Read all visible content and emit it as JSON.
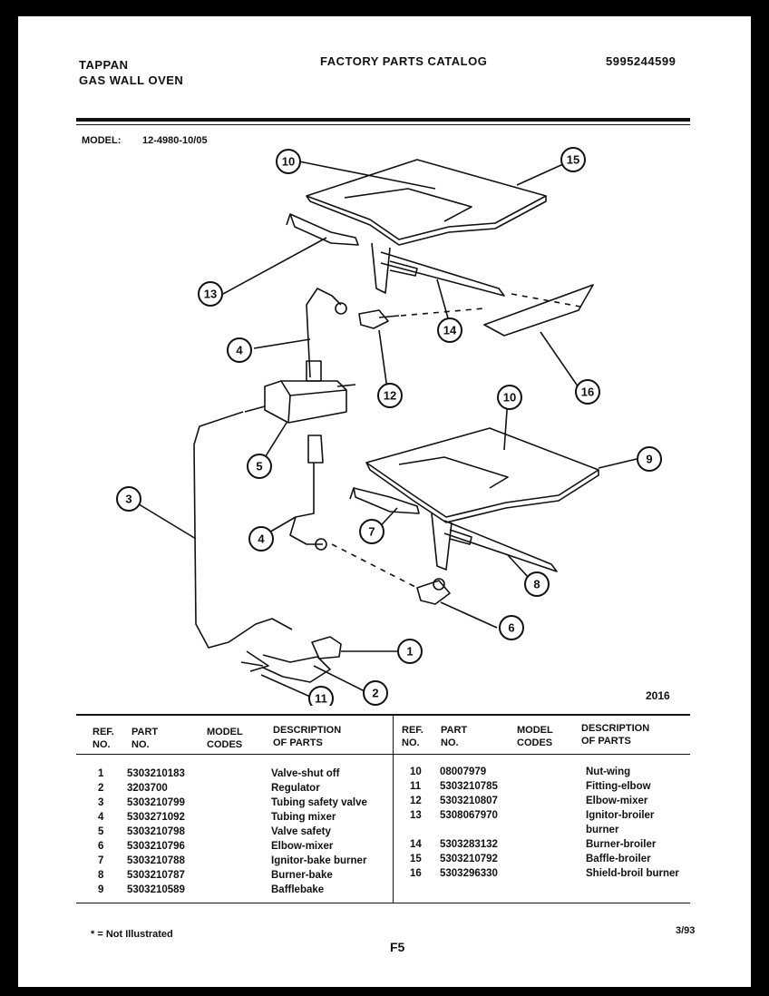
{
  "header": {
    "brand": "TAPPAN",
    "product": "GAS WALL OVEN",
    "catalog_title": "FACTORY PARTS CATALOG",
    "catalog_number": "5995244599",
    "model_label": "MODEL:",
    "model_number": "12-4980-10/05"
  },
  "diagram": {
    "callouts": [
      "10",
      "15",
      "13",
      "14",
      "16",
      "4",
      "12",
      "10",
      "9",
      "5",
      "3",
      "4",
      "7",
      "8",
      "6",
      "1",
      "2",
      "11"
    ],
    "drawing_number": "2016"
  },
  "table": {
    "headers": {
      "ref": "REF.",
      "no": "NO.",
      "part": "PART",
      "part_no": "NO.",
      "model": "MODEL",
      "codes": "CODES",
      "description": "DESCRIPTION",
      "of_parts": "OF PARTS"
    },
    "left_rows": [
      {
        "ref": "1",
        "part": "5303210183",
        "desc": "Valve-shut off"
      },
      {
        "ref": "2",
        "part": "3203700",
        "desc": "Regulator"
      },
      {
        "ref": "3",
        "part": "5303210799",
        "desc": "Tubing safety valve"
      },
      {
        "ref": "4",
        "part": "5303271092",
        "desc": "Tubing mixer"
      },
      {
        "ref": "5",
        "part": "5303210798",
        "desc": "Valve safety"
      },
      {
        "ref": "6",
        "part": "5303210796",
        "desc": "Elbow-mixer"
      },
      {
        "ref": "7",
        "part": "5303210788",
        "desc": "Ignitor-bake burner"
      },
      {
        "ref": "8",
        "part": "5303210787",
        "desc": "Burner-bake"
      },
      {
        "ref": "9",
        "part": "5303210589",
        "desc": "Bafflebake"
      }
    ],
    "right_rows": [
      {
        "ref": "10",
        "part": "08007979",
        "desc": "Nut-wing"
      },
      {
        "ref": "11",
        "part": "5303210785",
        "desc": "Fitting-elbow"
      },
      {
        "ref": "12",
        "part": "5303210807",
        "desc": "Elbow-mixer"
      },
      {
        "ref": "13",
        "part": "5308067970",
        "desc": "Ignitor-broiler"
      },
      {
        "ref": "",
        "part": "",
        "desc": "burner"
      },
      {
        "ref": "14",
        "part": "5303283132",
        "desc": "Burner-broiler"
      },
      {
        "ref": "15",
        "part": "5303210792",
        "desc": "Baffle-broiler"
      },
      {
        "ref": "16",
        "part": "5303296330",
        "desc": "Shield-broil burner"
      }
    ]
  },
  "footer": {
    "note": "* = Not Illustrated",
    "page": "F5",
    "date": "3/93"
  }
}
